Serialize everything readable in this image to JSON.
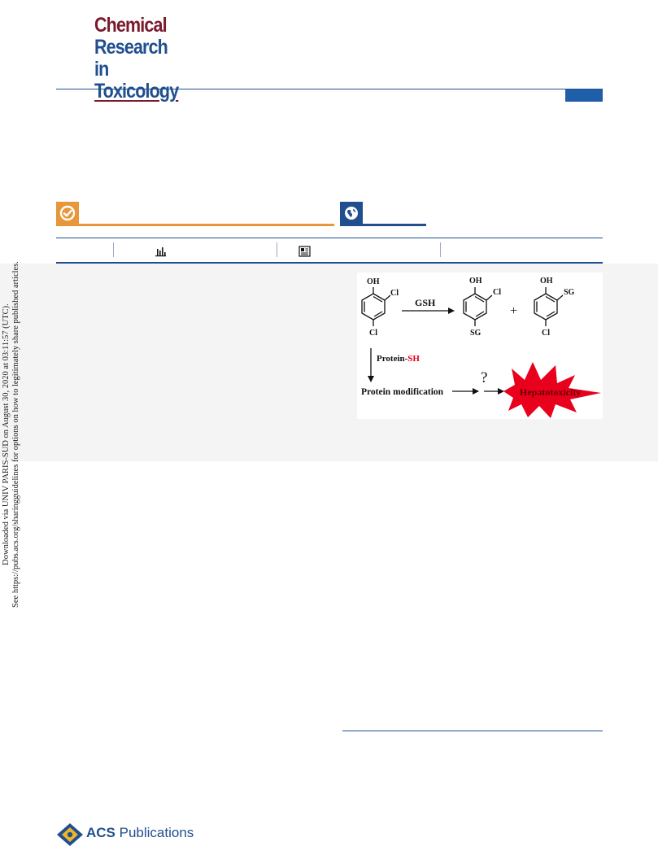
{
  "journal": {
    "line1": "Chemical",
    "line2": "Research in",
    "line3": "Toxicology"
  },
  "sidebar_notice": {
    "line1": "Downloaded via UNIV PARIS-SUD on August 30, 2020 at 03:11:57 (UTC).",
    "line2": "See https://pubs.acs.org/sharingguidelines for options on how to legitimately share published articles."
  },
  "toc_graphic": {
    "oh_1": "OH",
    "cl_1a": "Cl",
    "cl_1b": "Cl",
    "reagent": "GSH",
    "oh_2": "OH",
    "cl_2": "Cl",
    "sg_2": "SG",
    "plus": "+",
    "oh_3": "OH",
    "sg_3": "SG",
    "cl_3": "Cl",
    "protein_prefix": "Protein-",
    "protein_sh": "SH",
    "protein_modification": "Protein modification",
    "question": "?",
    "outcome": "Hepatotoxicity"
  },
  "publisher": {
    "name_bold": "ACS",
    "name_rest": " Publications"
  },
  "colors": {
    "brand_blue": "#1f4f8f",
    "brand_maroon": "#7a1a2c",
    "access_orange": "#e8963a",
    "outcome_red": "#e8001c"
  },
  "icons": {
    "orange_badge": "check-circle-icon",
    "blue_badge": "globe-icon",
    "metrics": "bar-chart-icon",
    "article": "article-icon"
  }
}
